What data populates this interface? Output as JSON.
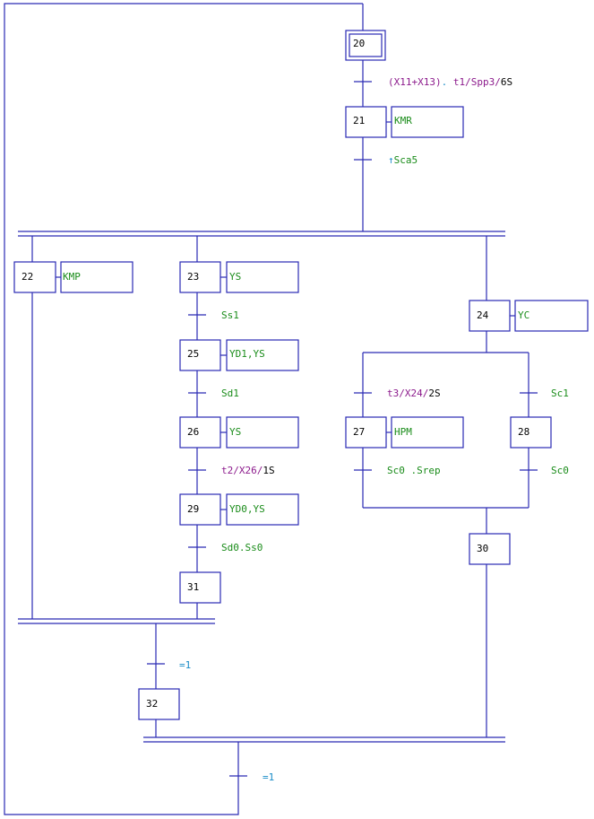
{
  "colors": {
    "line": "#2a2ab4",
    "action_text": "#1a8c1a",
    "variable_text": "#8c1a8c",
    "constant_text": "#1a8cc8",
    "step_text": "#000000"
  },
  "steps": {
    "s20": "20",
    "s21": "21",
    "s22": "22",
    "s23": "23",
    "s24": "24",
    "s25": "25",
    "s26": "26",
    "s27": "27",
    "s28": "28",
    "s29": "29",
    "s30": "30",
    "s31": "31",
    "s32": "32"
  },
  "actions": {
    "a21": "KMR",
    "a22": "KMP",
    "a23": "YS",
    "a24": "YC",
    "a25": "YD1,YS",
    "a26": "YS",
    "a27": "HPM",
    "a29": "YD0,YS"
  },
  "transitions": {
    "t20_21": {
      "p1": "(X11+X13)",
      "p2": ". ",
      "p3": "t1/Spp3/",
      "p4": "6S"
    },
    "t21": {
      "arrow": "↑",
      "text": "Sca5"
    },
    "t23_25": "Ss1",
    "t25_26": "Sd1",
    "t26_29": {
      "p1": "t2/X26/",
      "p2": "1S"
    },
    "t29_31": "Sd0.Ss0",
    "t24_27": {
      "p1": "t3/X24/",
      "p2": "2S"
    },
    "t24_28": "Sc1",
    "t27_30": "Sc0 .Srep",
    "t28_30": "Sc0",
    "t_join_32": "=1",
    "t_32_20": "=1"
  }
}
